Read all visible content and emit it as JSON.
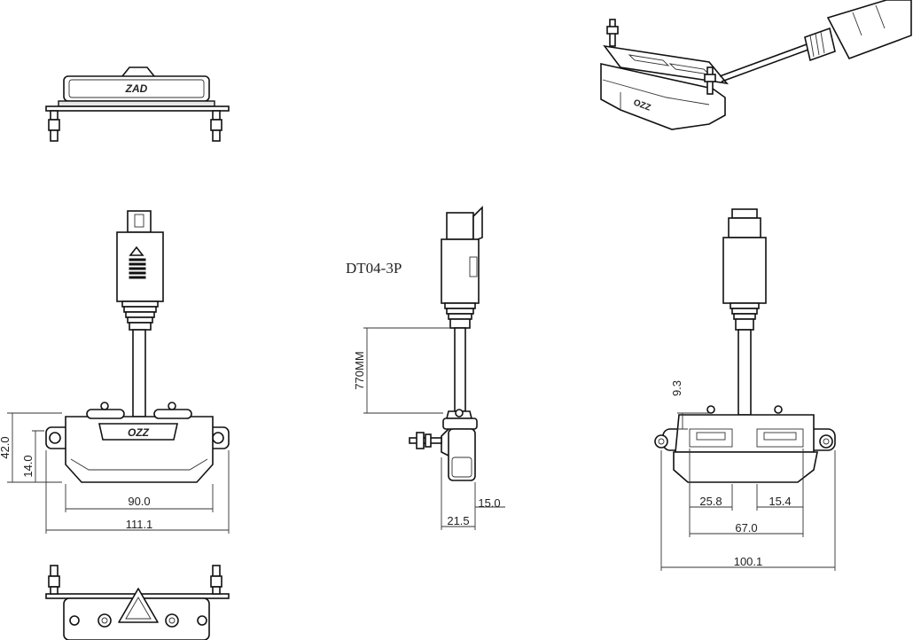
{
  "connector_label": "DT04-3P",
  "brand_top": "ZAD",
  "brand_front": "OZZ",
  "brand_iso": "OZZ",
  "dimensions": {
    "front_height": "42.0",
    "front_inner_height": "14.0",
    "front_body_width": "90.0",
    "front_total_width": "111.1",
    "cable_length": "770MM",
    "side_inner": "15.0",
    "side_total": "21.5",
    "rear_top": "9.3",
    "rear_left": "25.8",
    "rear_right": "15.4",
    "rear_mid": "67.0",
    "rear_total": "100.1"
  }
}
